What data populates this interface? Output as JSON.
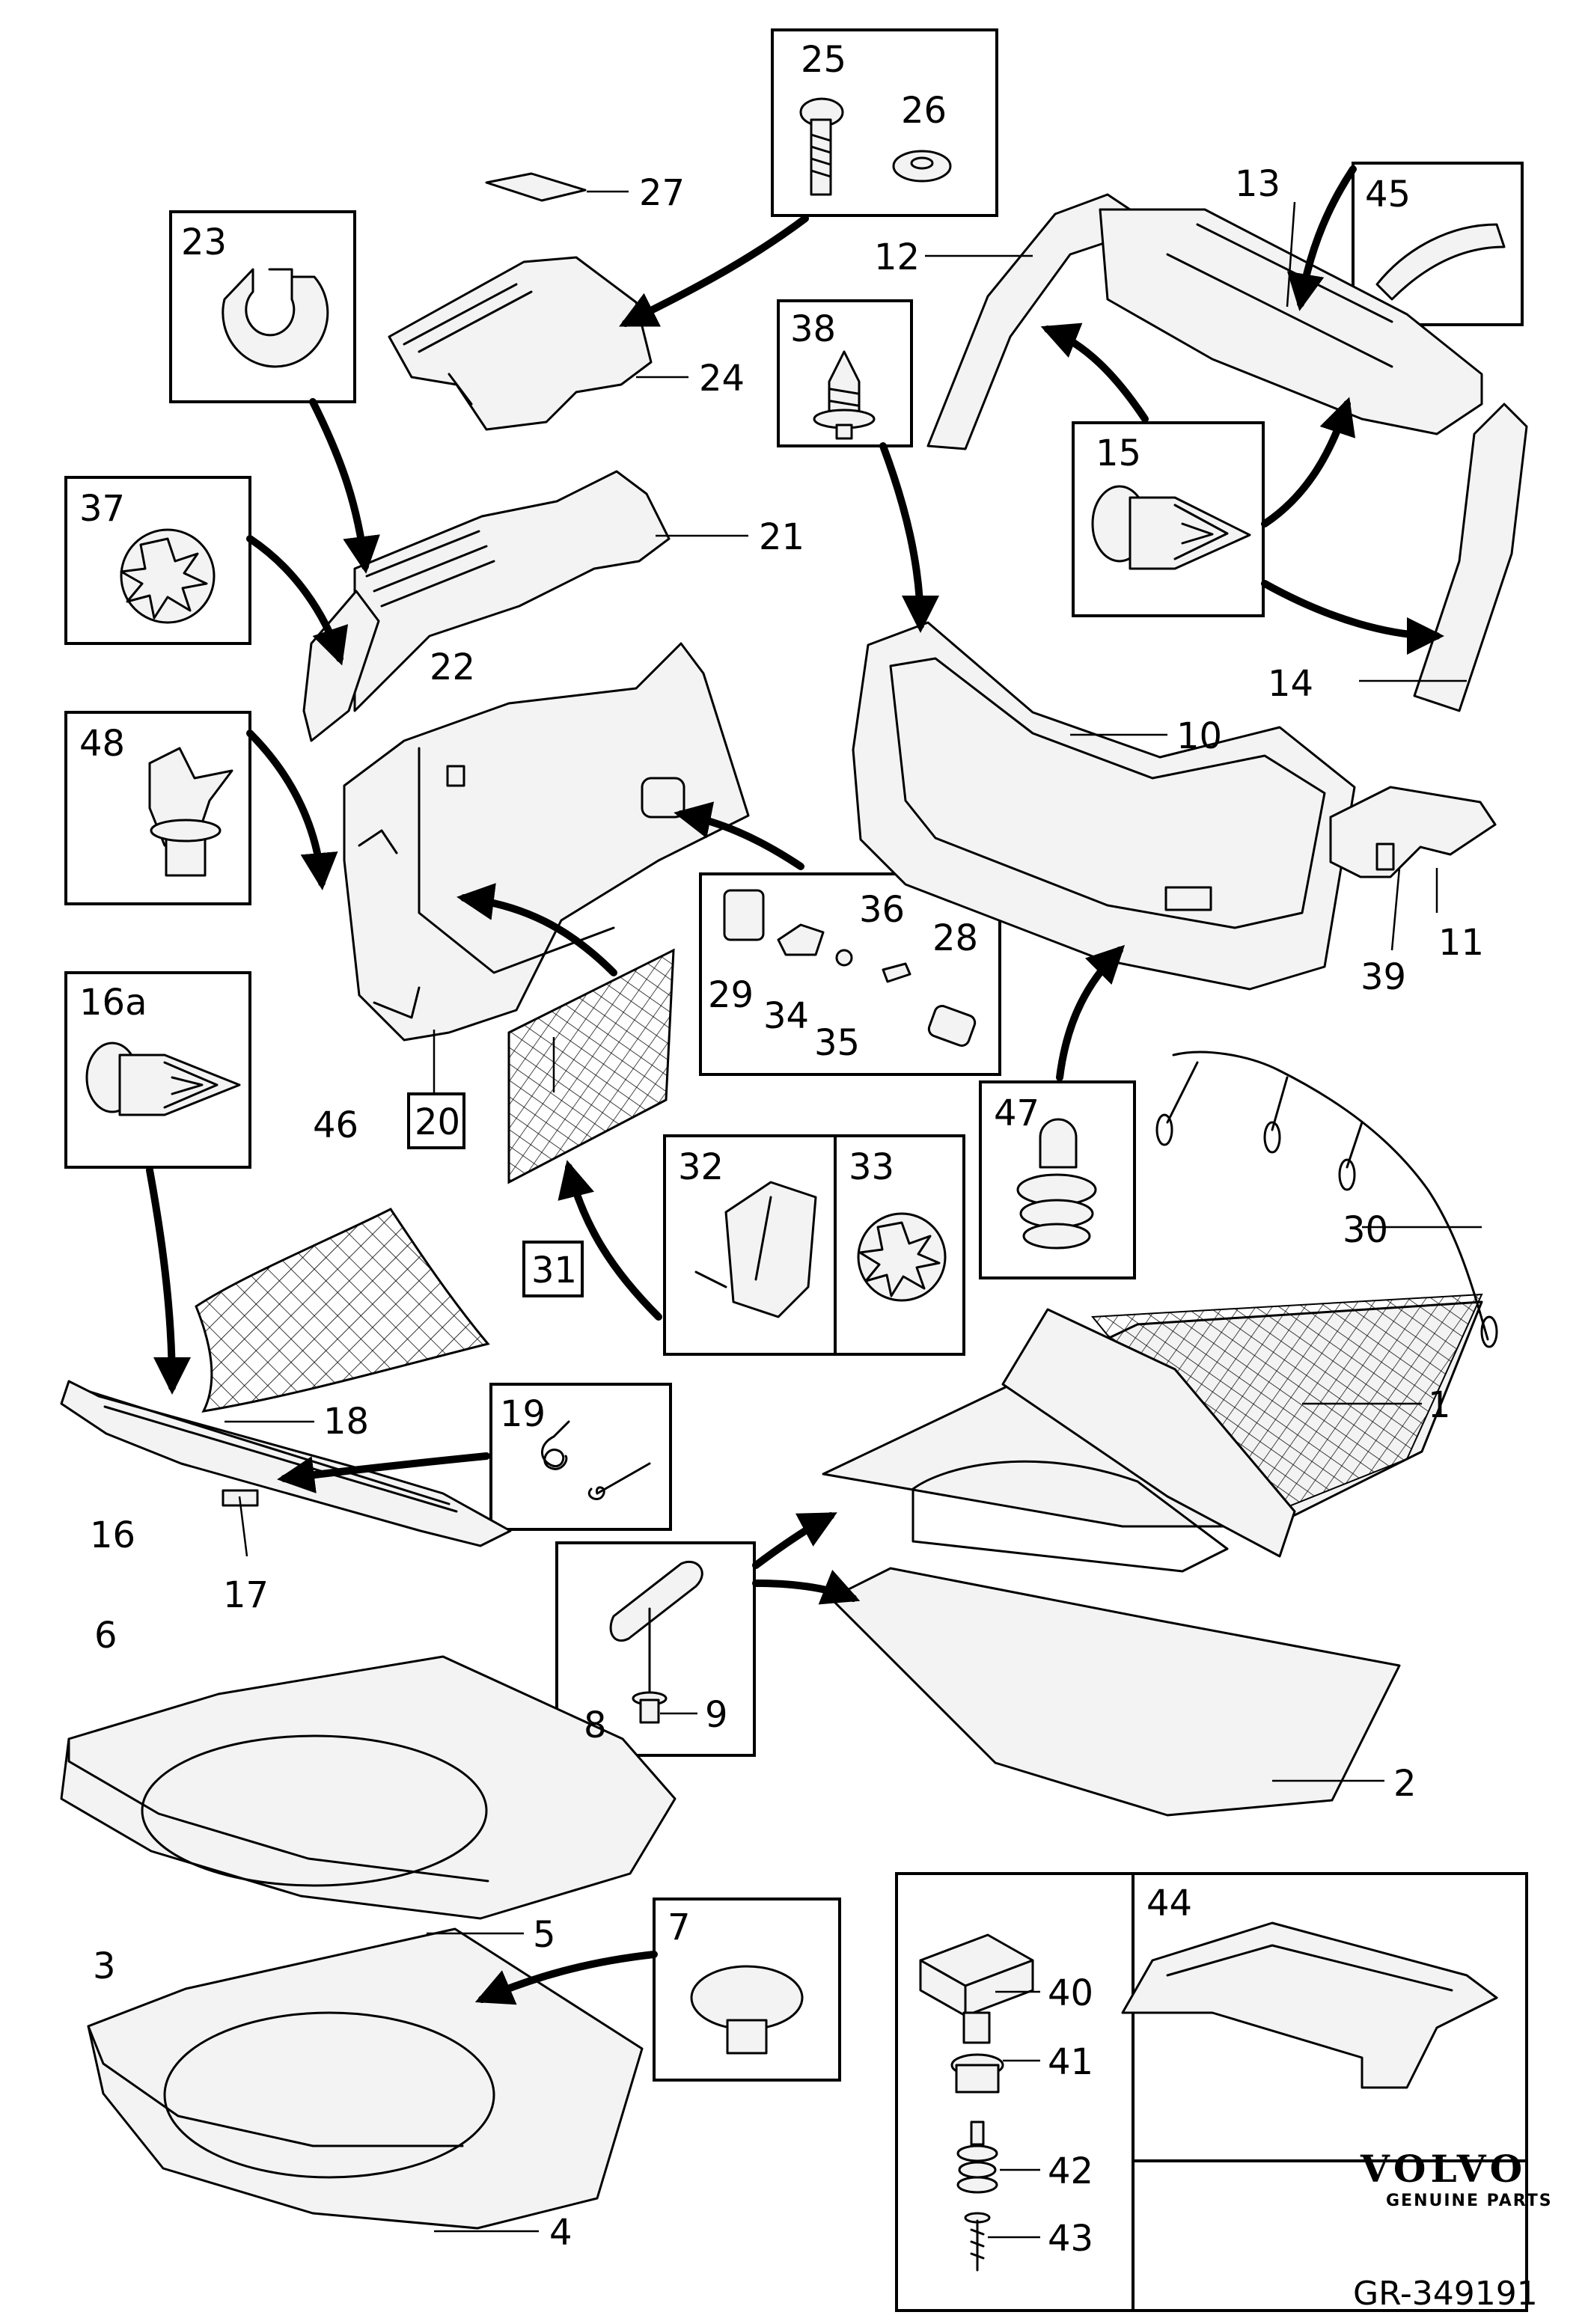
{
  "diagram": {
    "callouts": [
      "1",
      "2",
      "3",
      "4",
      "5",
      "6",
      "7",
      "8",
      "9",
      "10",
      "11",
      "12",
      "13",
      "14",
      "15",
      "16",
      "16a",
      "17",
      "18",
      "19",
      "20",
      "21",
      "22",
      "23",
      "24",
      "25",
      "26",
      "27",
      "28",
      "29",
      "30",
      "31",
      "32",
      "33",
      "34",
      "35",
      "36",
      "37",
      "38",
      "39",
      "40",
      "41",
      "42",
      "43",
      "44",
      "45",
      "46",
      "47",
      "48"
    ],
    "brand": "VOLVO",
    "brand_subtitle": "GENUINE PARTS",
    "reference": "GR-349191"
  }
}
